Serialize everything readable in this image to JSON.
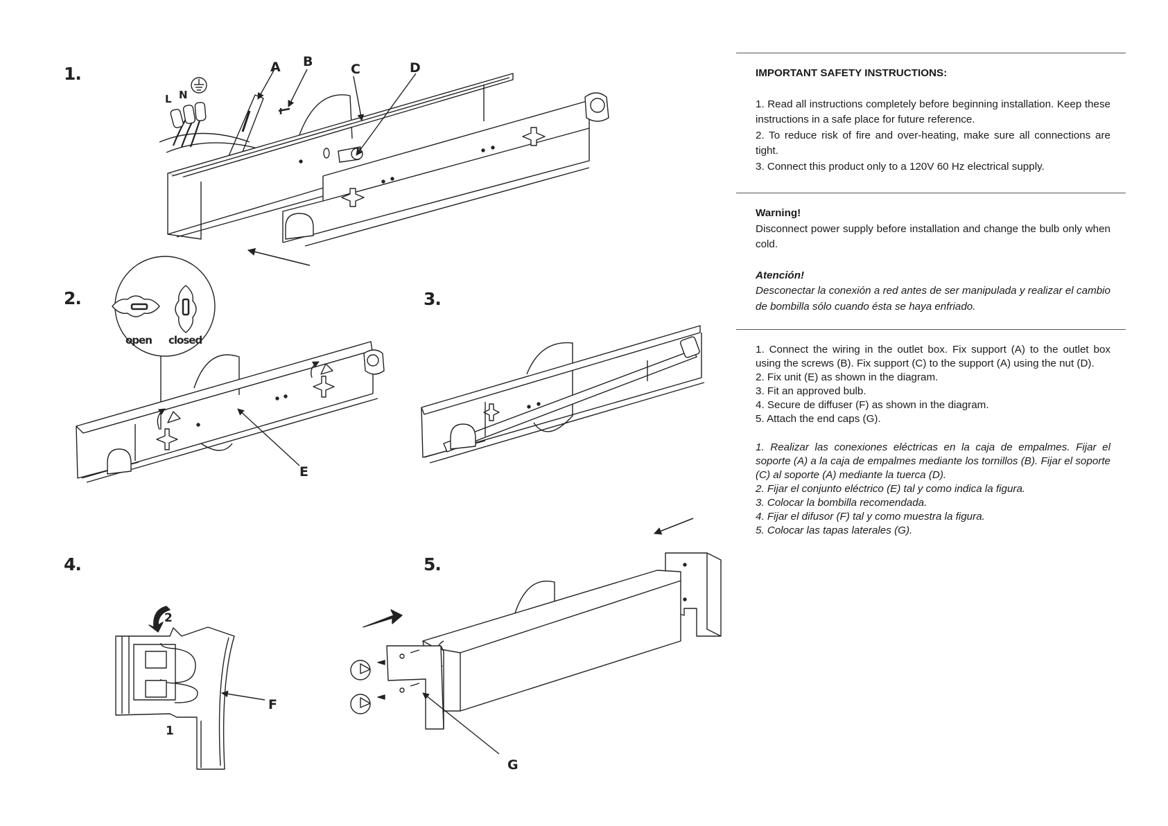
{
  "figures": {
    "step_numbers": [
      "1.",
      "2.",
      "3.",
      "4.",
      "5."
    ],
    "part_labels": {
      "A": "A",
      "B": "B",
      "C": "C",
      "D": "D",
      "E": "E",
      "F": "F",
      "G": "G"
    },
    "wire_labels": {
      "live": "L",
      "neutral": "N"
    },
    "knob_states": {
      "open": "open",
      "closed": "closed"
    },
    "sequence_marks": {
      "first": "1",
      "second": "2"
    }
  },
  "safety": {
    "title": "IMPORTANT SAFETY INSTRUCTIONS:",
    "items": [
      "1. Read all instructions completely before beginning installation. Keep these instructions in a safe place for future reference.",
      "2. To reduce risk of fire and over-heating, make sure all connections are tight.",
      "3. Connect this product only to a 120V 60 Hz electrical supply."
    ]
  },
  "warning": {
    "title": "Warning!",
    "text": "Disconnect power supply before installation and change the bulb only when cold."
  },
  "atencion": {
    "title": "Atención!",
    "text": "Desconectar la conexión a red antes de ser manipulada y realizar el cambio de bombilla sólo cuando ésta se haya enfriado."
  },
  "steps_en": [
    "1. Connect the wiring in the outlet box. Fix support (A) to the outlet box using the screws (B). Fix support (C) to the support (A) using the nut (D).",
    "2. Fix unit (E) as shown in the diagram.",
    "3. Fit an approved bulb.",
    "4. Secure de diffuser (F) as shown in the diagram.",
    "5. Attach the end caps (G)."
  ],
  "steps_es": [
    "1. Realizar las conexiones eléctricas en la caja de empalmes. Fijar el soporte (A) a la caja de empalmes mediante los tornillos (B). Fijar el soporte (C) al soporte (A) mediante la tuerca (D).",
    "2. Fijar el conjunto eléctrico (E) tal y como indica la figura.",
    "3. Colocar la bombilla recomendada.",
    "4. Fijar el difusor (F) tal y como muestra la figura.",
    "5. Colocar las tapas laterales (G)."
  ]
}
